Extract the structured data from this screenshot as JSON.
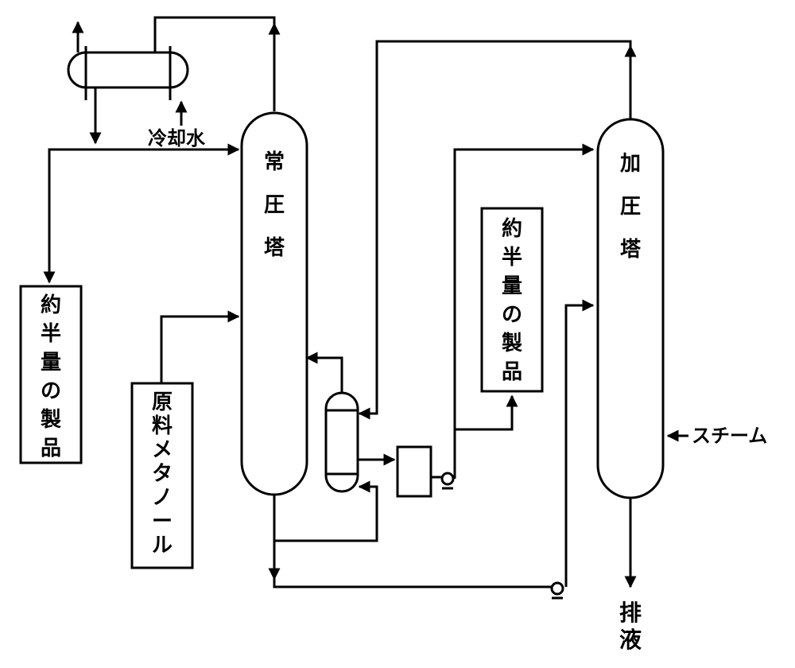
{
  "colors": {
    "line": "#000000",
    "background": "#ffffff"
  },
  "labels": {
    "atmospheric_column": "常圧塔",
    "pressure_column": "加圧塔",
    "cooling_water": "冷却水",
    "steam": "スチーム",
    "drain": "排液",
    "raw_methanol": "原料メタノール",
    "product_left": "約半量の製品",
    "product_right": "約半量の製品"
  }
}
